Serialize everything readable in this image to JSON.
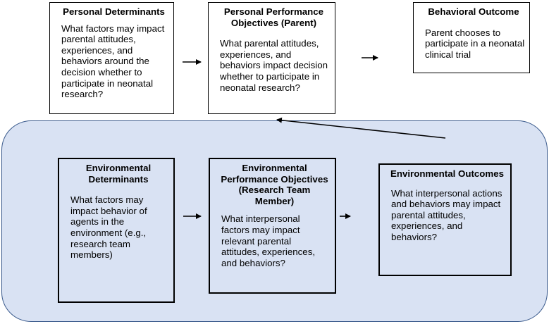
{
  "colors": {
    "panel_fill": "#d9e2f3",
    "panel_border": "#3a5a8c",
    "box_border": "#000000",
    "box_fill": "#ffffff"
  },
  "personal_row": {
    "personal_determinants": {
      "title": "Personal Determinants",
      "body": "What factors may impact parental attitudes, experiences, and behaviors around the decision whether to participate in neonatal research?"
    },
    "personal_performance_objectives": {
      "title": "Personal Performance Objectives (Parent)",
      "body": "What parental attitudes, experiences, and behaviors impact decision whether to participate in neonatal research?"
    },
    "behavioral_outcome": {
      "title": "Behavioral Outcome",
      "body": "Parent chooses to participate in a neonatal clinical trial"
    }
  },
  "environmental_row": {
    "environmental_determinants": {
      "title": "Environmental Determinants",
      "body": "What factors may impact behavior of agents in the environment (e.g., research team members)"
    },
    "environmental_performance_objectives": {
      "title": "Environmental Performance Objectives (Research Team Member)",
      "body": "What interpersonal factors may impact relevant parental attitudes, experiences, and behaviors?"
    },
    "environmental_outcomes": {
      "title": "Environmental Outcomes",
      "body": "What interpersonal actions and behaviors may impact parental attitudes, experiences, and behaviors?"
    }
  }
}
